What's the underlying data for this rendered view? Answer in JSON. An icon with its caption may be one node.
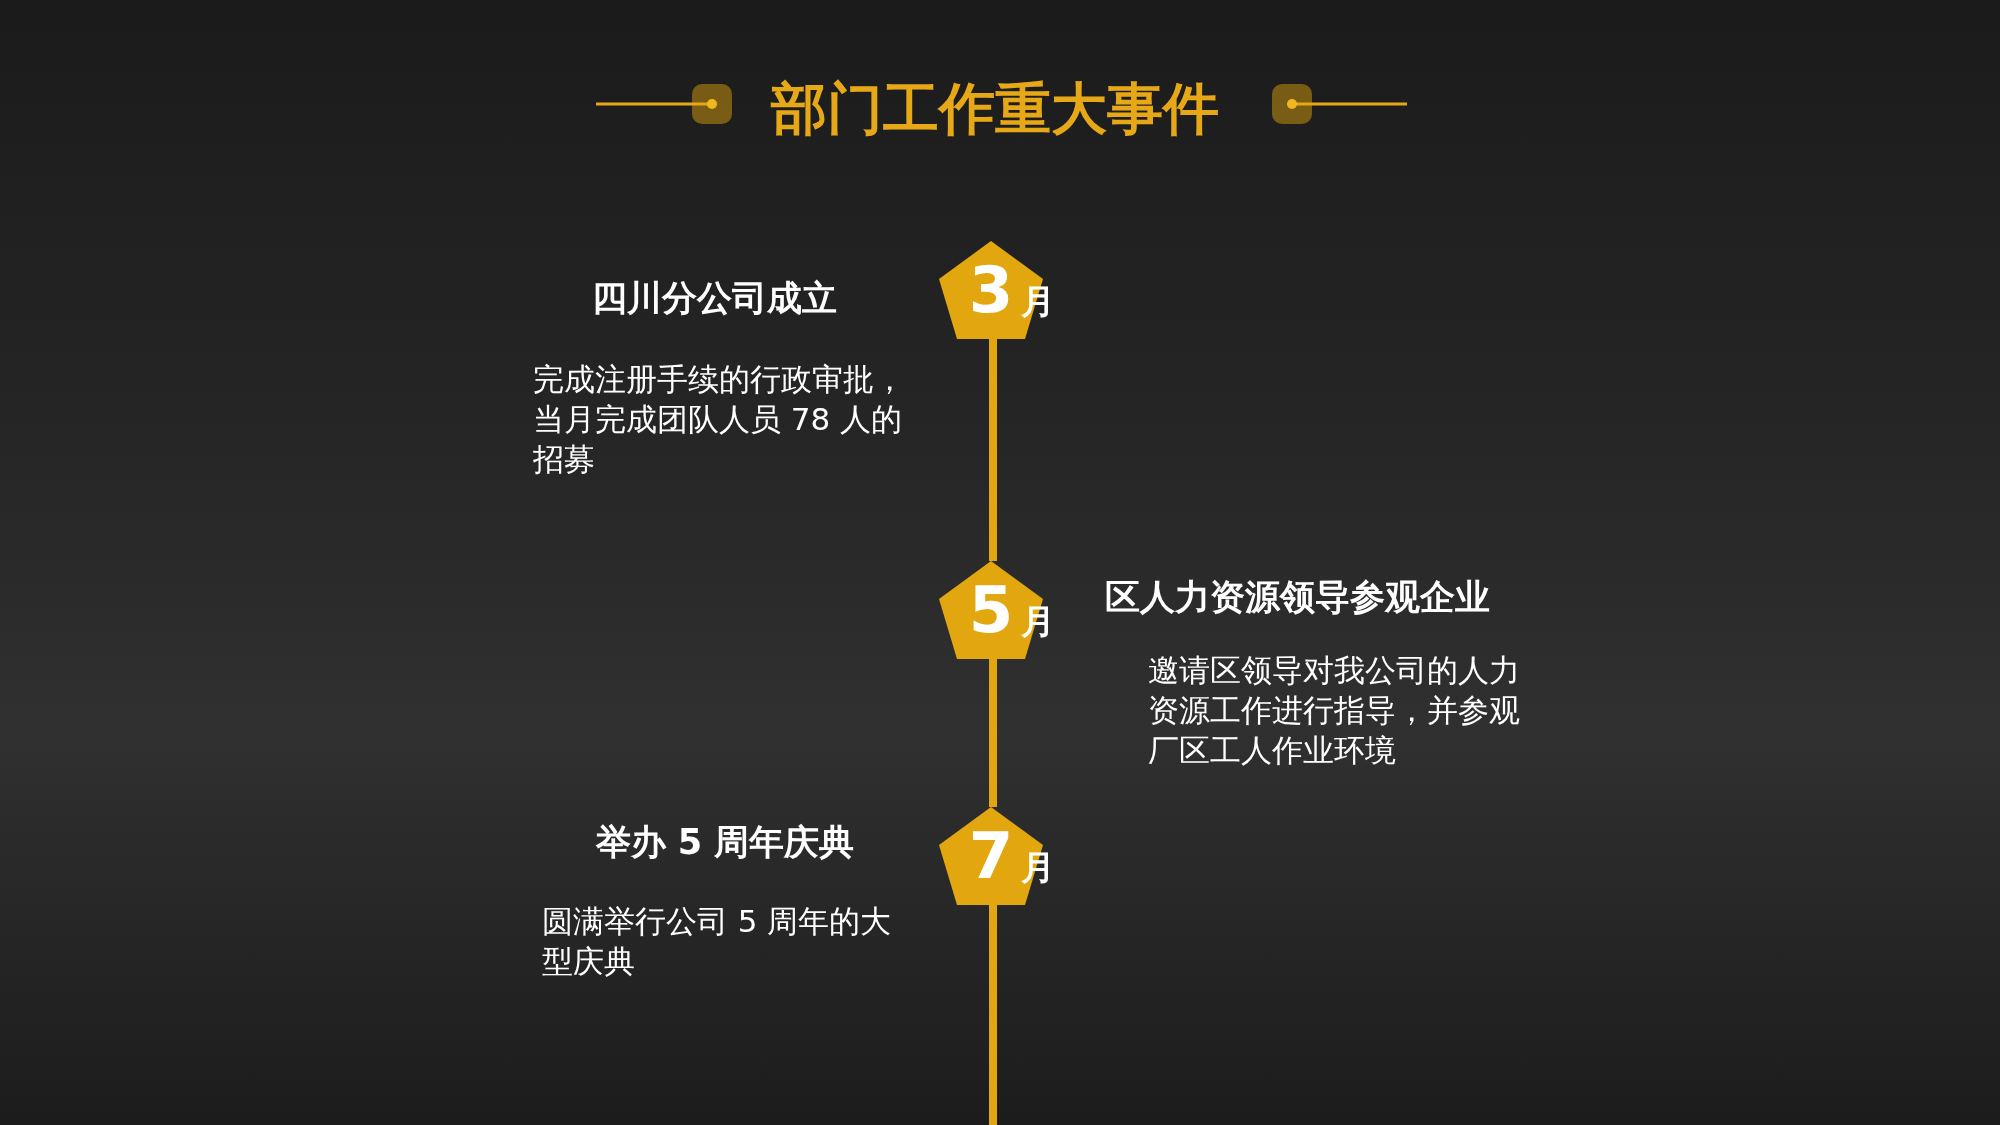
{
  "diagram": {
    "title": "部门工作重大事件",
    "nodes": [
      {
        "text": [
          "3",
          "月"
        ],
        "beside": [
          "四川分公司成立",
          "完成注册手续的行政审批，当月完成团队人员 78 人的招募"
        ]
      },
      {
        "text": [
          "5",
          "月"
        ],
        "beside": [
          "区人力资源领导参观企业",
          "邀请区领导对我公司的人力资源工作进行指导，并参观厂区工人作业环境"
        ]
      },
      {
        "text": [
          "7",
          "月"
        ],
        "beside": [
          "举办 5 周年庆典",
          "圆满举行公司 5 周年的大型庆典"
        ]
      }
    ],
    "edges": [
      {
        "from": 0,
        "to": 1,
        "arrow": "none"
      },
      {
        "from": 1,
        "to": 2,
        "arrow": "none"
      },
      {
        "from": 2,
        "to": null,
        "arrow": "none"
      }
    ]
  }
}
